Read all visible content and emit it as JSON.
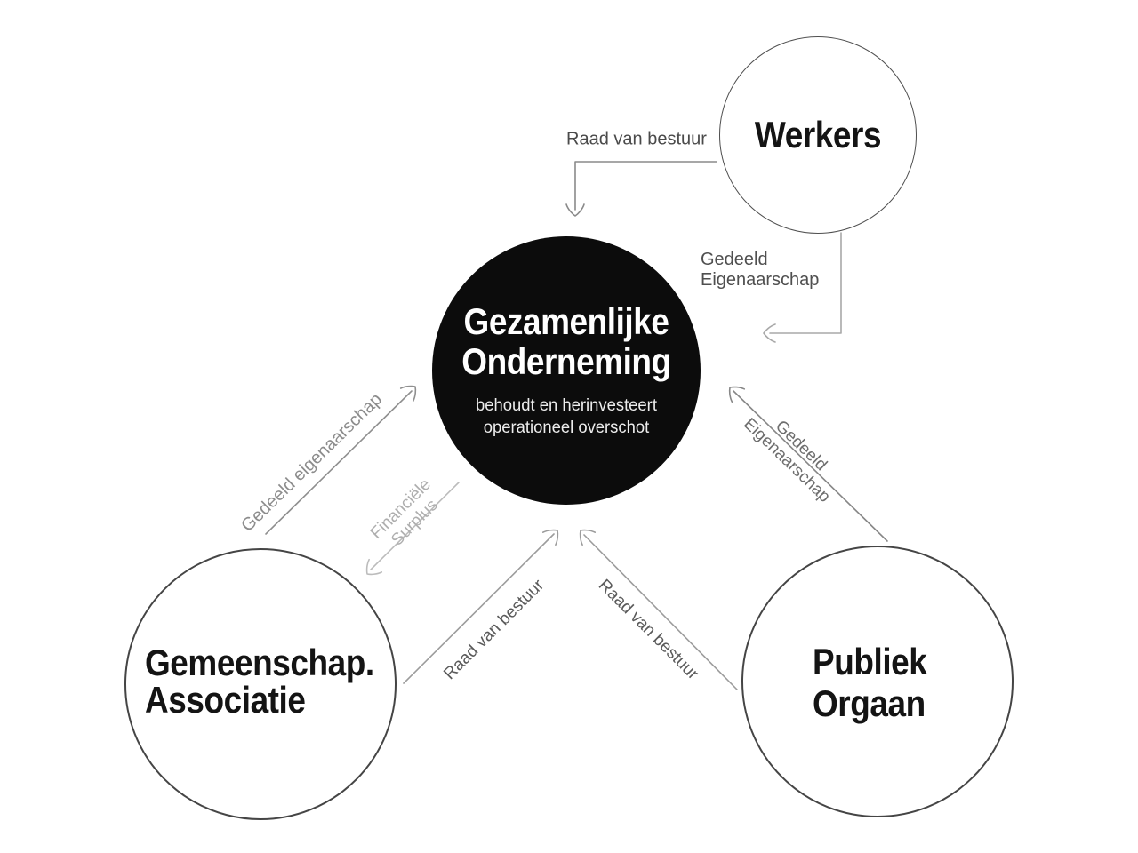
{
  "diagram": {
    "center_node": {
      "title_line1": "Gezamenlijke",
      "title_line2": "Onderneming",
      "subtitle_line1": "behoudt en herinvesteert",
      "subtitle_line2": "operationeel overschot"
    },
    "nodes": {
      "workers": {
        "label": "Werkers"
      },
      "community": {
        "label_line1": "Gemeenschap.",
        "label_line2": "Associatie"
      },
      "public_body": {
        "label_line1": "Publiek",
        "label_line2": "Orgaan"
      }
    },
    "edges": {
      "board_from_workers": {
        "label": "Raad van bestuur"
      },
      "shared_ownership_workers": {
        "label_line1": "Gedeeld",
        "label_line2": "Eigenaarschap"
      },
      "shared_ownership_community": {
        "label": "Gedeeld eigenaarschap"
      },
      "financial_surplus": {
        "label_line1": "Financiële",
        "label_line2": "Surplus"
      },
      "board_from_community": {
        "label": "Raad van bestuur"
      },
      "board_from_public": {
        "label": "Raad van bestuur"
      },
      "shared_ownership_public": {
        "label_line1": "Gedeeld",
        "label_line2": "Eigenaarschap"
      }
    },
    "colors": {
      "center_node_fill": "#0c0c0c",
      "center_node_text": "#ffffff",
      "circle_stroke": "#454545",
      "node_text": "#141414",
      "arrow_gray": "#999999",
      "arrow_light_gray": "#bcbcbc",
      "label_dark_gray": "#4a4a4a",
      "label_mid_gray": "#6e6e6e",
      "label_light_gray": "#aeaeae",
      "background": "#ffffff"
    }
  }
}
